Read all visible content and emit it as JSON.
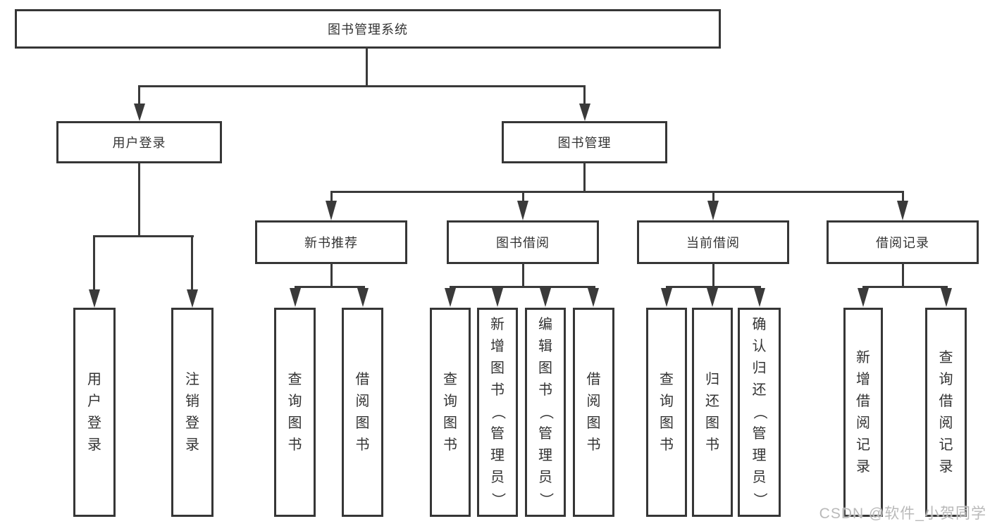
{
  "diagram": {
    "root": {
      "label": "图书管理系统",
      "children": [
        {
          "label": "用户登录",
          "children": [
            {
              "label": "用户登录"
            },
            {
              "label": "注销登录"
            }
          ]
        },
        {
          "label": "图书管理",
          "children": [
            {
              "label": "新书推荐",
              "children": [
                {
                  "label": "查询图书"
                },
                {
                  "label": "借阅图书"
                }
              ]
            },
            {
              "label": "图书借阅",
              "children": [
                {
                  "label": "查询图书"
                },
                {
                  "label": "新增图书（管理员）"
                },
                {
                  "label": "编辑图书（管理员）"
                },
                {
                  "label": "借阅图书"
                }
              ]
            },
            {
              "label": "当前借阅",
              "children": [
                {
                  "label": "查询图书"
                },
                {
                  "label": "归还图书"
                },
                {
                  "label": "确认归还（管理员）"
                }
              ]
            },
            {
              "label": "借阅记录",
              "children": [
                {
                  "label": "新增借阅记录"
                },
                {
                  "label": "查询借阅记录"
                }
              ]
            }
          ]
        }
      ]
    }
  },
  "watermark": {
    "text": "CSDN @软件_小贺同学"
  },
  "colors": {
    "box_border": "#363636",
    "connector": "#3a3a3a",
    "text": "#333333",
    "watermark": "#b9b9b9",
    "background": "#ffffff"
  }
}
